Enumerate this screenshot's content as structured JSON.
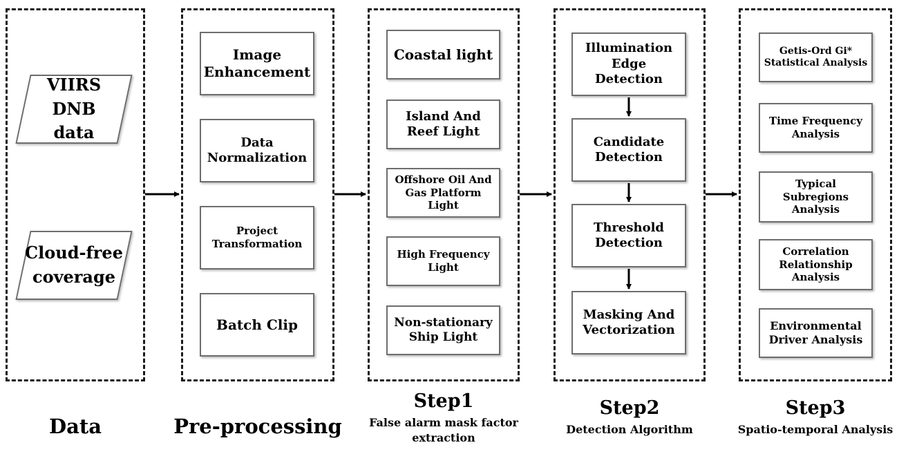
{
  "stages": {
    "data": {
      "inputs": [
        "VIIRS DNB\ndata",
        "Cloud-free\ncoverage"
      ],
      "caption": "Data"
    },
    "preprocessing": {
      "boxes": [
        "Image\nEnhancement",
        "Data\nNormalization",
        "Project\nTransformation",
        "Batch Clip"
      ],
      "caption": "Pre-processing"
    },
    "step1": {
      "boxes": [
        "Coastal light",
        "Island And\nReef Light",
        "Offshore Oil And\nGas Platform\nLight",
        "High Frequency\nLight",
        "Non-stationary\nShip Light"
      ],
      "caption": "Step1",
      "subcaption": "False alarm mask factor\nextraction"
    },
    "step2": {
      "boxes": [
        "Illumination\nEdge Detection",
        "Candidate\nDetection",
        "Threshold\nDetection",
        "Masking And\nVectorization"
      ],
      "caption": "Step2",
      "subcaption": "Detection Algorithm"
    },
    "step3": {
      "boxes": [
        "Getis-Ord Gi*\nStatistical Analysis",
        "Time Frequency\nAnalysis",
        "Typical\nSubregions\nAnalysis",
        "Correlation\nRelationship\nAnalysis",
        "Environmental\nDriver Analysis"
      ],
      "caption": "Step3",
      "subcaption": "Spatio-temporal Analysis"
    }
  }
}
